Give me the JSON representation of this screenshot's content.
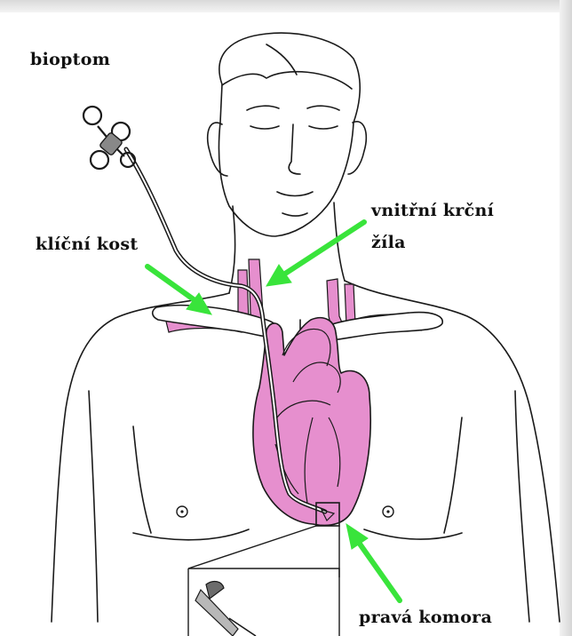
{
  "labels": {
    "bioptom": "bioptom",
    "klicni_kost": "klíční kost",
    "vnitrni_krcni": "vnitřní krční",
    "zila": "žíla",
    "prava_komora": "pravá komora"
  },
  "colors": {
    "tissue_pink": "#e68fce",
    "arrow_green": "#39e43b",
    "line_black": "#1a1a1a",
    "frame_gray": "#d8d8d8"
  }
}
